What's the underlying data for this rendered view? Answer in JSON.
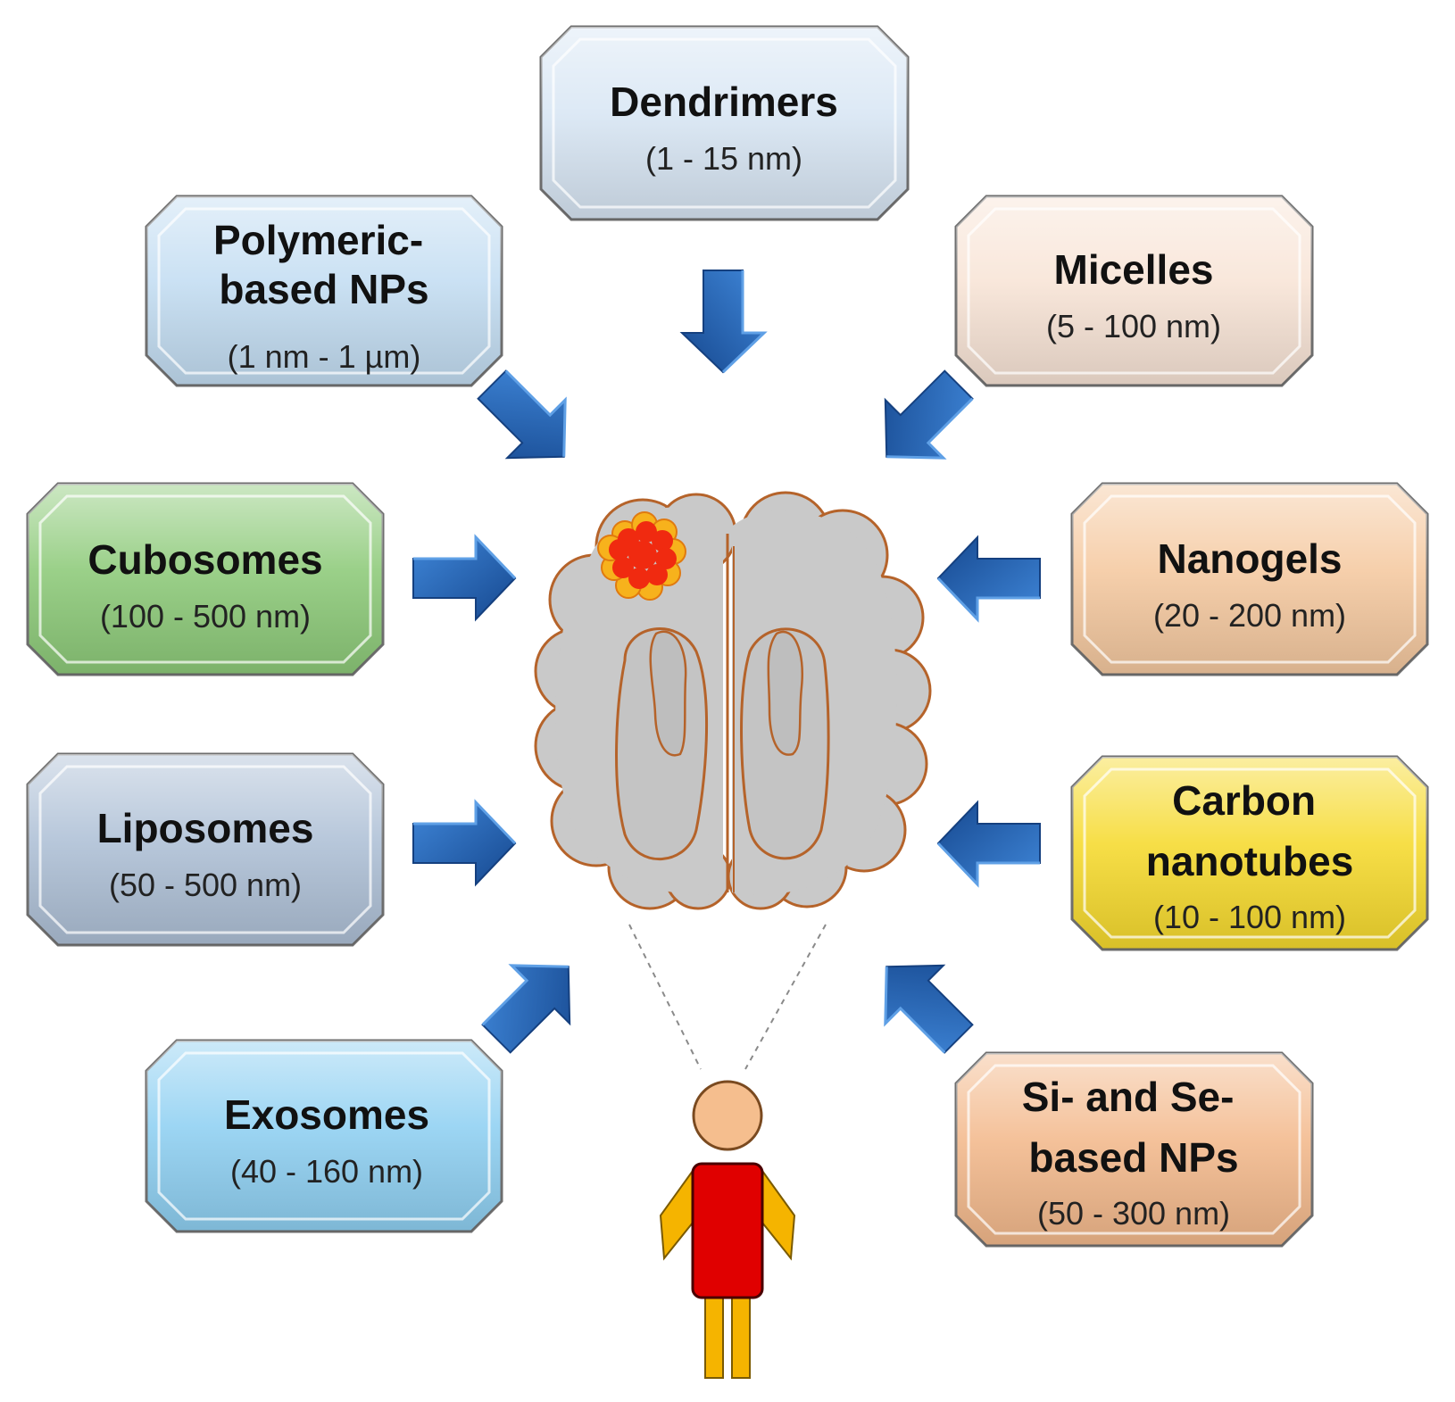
{
  "boxes": [
    {
      "id": "dendrimers",
      "lines": [
        "Dendrimers"
      ],
      "size": "(1 - 15 nm)",
      "color": "#D8E6F4"
    },
    {
      "id": "polymeric",
      "lines": [
        "Polymeric-",
        "based NPs"
      ],
      "size": "(1 nm - 1 µm)",
      "color": "#C3DDF2"
    },
    {
      "id": "micelles",
      "lines": [
        "Micelles"
      ],
      "size": "(5 - 100 nm)",
      "color": "#F8E4D6"
    },
    {
      "id": "cubosomes",
      "lines": [
        "Cubosomes"
      ],
      "size": "(100 - 500 nm)",
      "color": "#8DCA79"
    },
    {
      "id": "nanogels",
      "lines": [
        "Nanogels"
      ],
      "size": "(20 - 200 nm)",
      "color": "#F5C9A0"
    },
    {
      "id": "liposomes",
      "lines": [
        "Liposomes"
      ],
      "size": "(50 - 500 nm)",
      "color": "#AEC0D6"
    },
    {
      "id": "carbon",
      "lines": [
        "Carbon",
        "nanotubes"
      ],
      "size": "(10 - 100 nm)",
      "color": "#F6DA2E"
    },
    {
      "id": "exosomes",
      "lines": [
        "Exosomes"
      ],
      "size": "(40 - 160 nm)",
      "color": "#8FD0F2"
    },
    {
      "id": "sise",
      "lines": [
        "Si- and Se-",
        "based NPs"
      ],
      "size": "(50 - 300 nm)",
      "color": "#F3B98C"
    }
  ],
  "colors": {
    "arrow": "#1F5FB0",
    "brain": "#C9C9C9",
    "brain_outline": "#B5632A",
    "tumor": "#F02A10",
    "tumor_edge": "#F7B21C",
    "head": "#F5BE8E",
    "body": "#E00000",
    "limbs": "#F5B400"
  },
  "icons": [
    "brain-icon",
    "tumor-icon",
    "person-icon",
    "arrow-icon"
  ]
}
